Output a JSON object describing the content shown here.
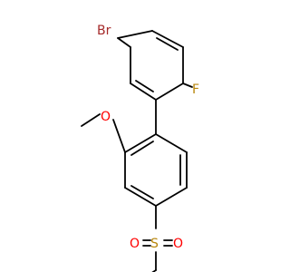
{
  "molecule": {
    "atoms": {
      "bromine": "Br",
      "fluorine": "F",
      "methoxy_oxygen": "O",
      "sulfur": "S",
      "sulfonyl_oxygen_left": "O",
      "sulfonyl_oxygen_right": "O"
    },
    "colors": {
      "bond": "#000000",
      "bromine": "#a52a2a",
      "fluorine": "#b8860b",
      "oxygen": "#ff0000",
      "sulfur": "#b8860b"
    }
  }
}
